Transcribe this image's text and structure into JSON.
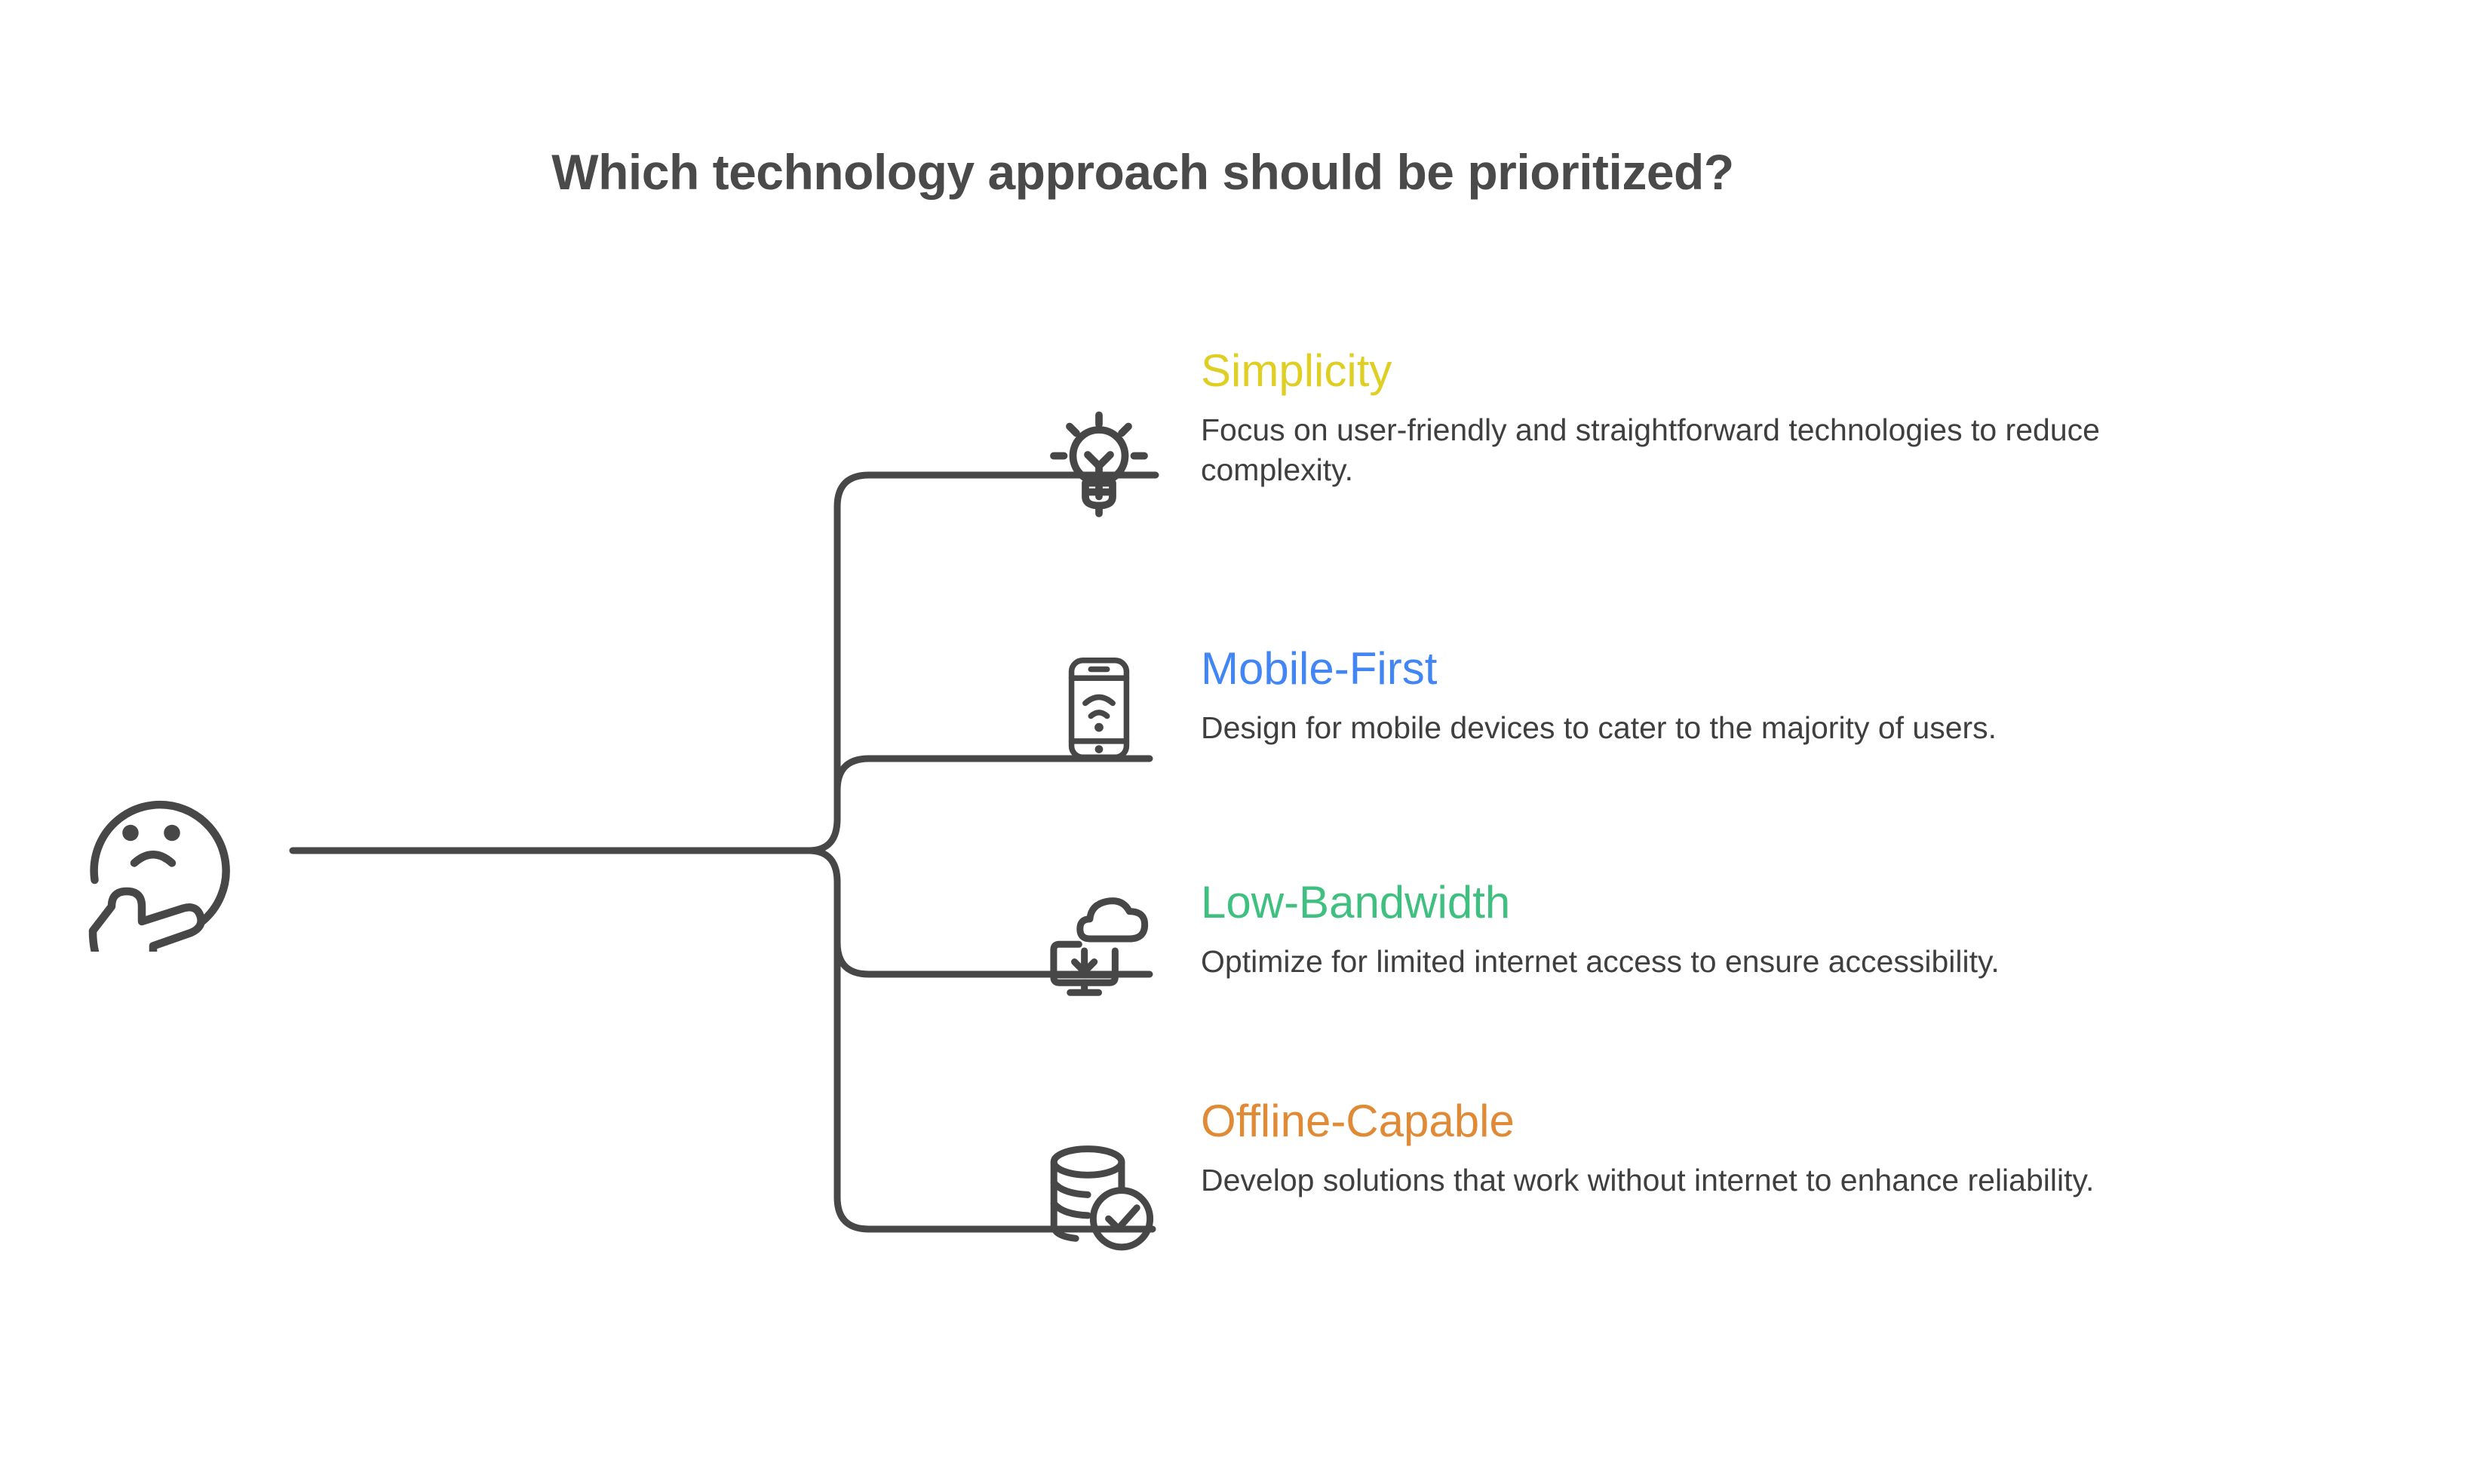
{
  "page": {
    "title": "Which technology approach should be prioritized?",
    "background_color": "#ffffff",
    "text_color": "#4a4a4a",
    "line_color": "#474747"
  },
  "root": {
    "icon": "thinking-face-icon",
    "label": ""
  },
  "branches": [
    {
      "icon": "lightbulb-icon",
      "heading": "Simplicity",
      "color": "#dfcf24",
      "body": "Focus on user-friendly and straightforward technologies to reduce complexity."
    },
    {
      "icon": "mobile-wifi-icon",
      "heading": "Mobile-First",
      "color": "#4285f4",
      "body": "Design for mobile devices to cater to the majority of users."
    },
    {
      "icon": "cloud-download-monitor-icon",
      "heading": "Low-Bandwidth",
      "color": "#3fc080",
      "body": "Optimize for limited internet access to ensure accessibility."
    },
    {
      "icon": "database-check-icon",
      "heading": "Offline-Capable",
      "color": "#e08a35",
      "body": "Develop solutions that work without internet to enhance reliability."
    }
  ]
}
